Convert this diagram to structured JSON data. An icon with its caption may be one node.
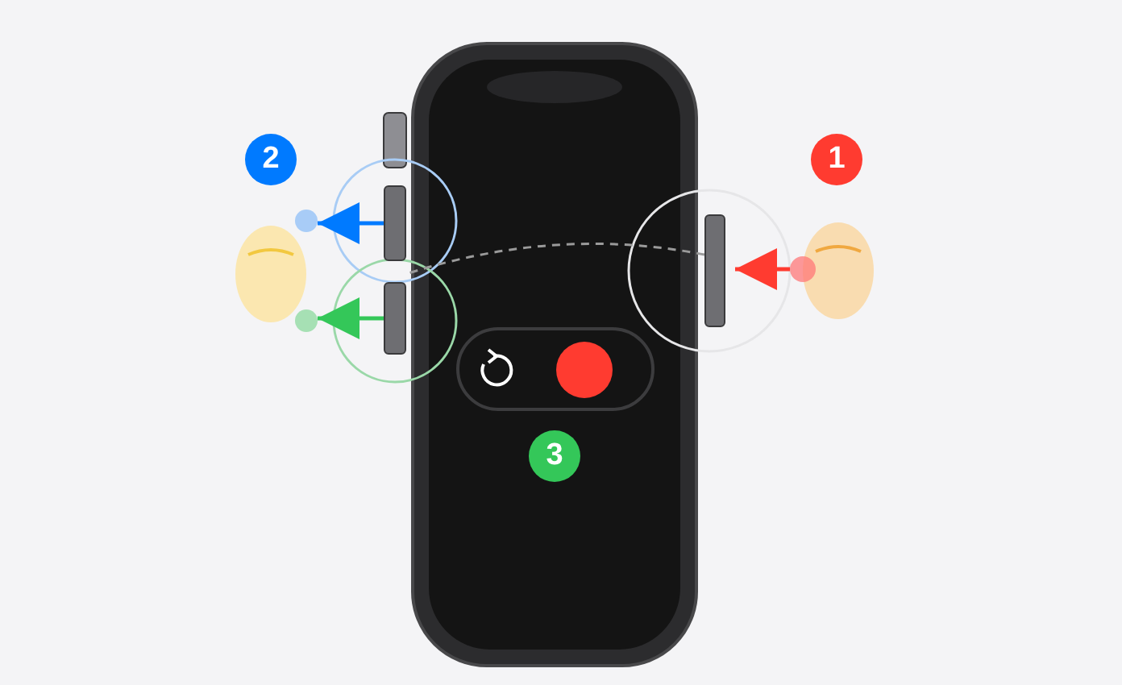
{
  "diagram": {
    "nodes": [
      {
        "text": [],
        "shape": "bar"
      },
      {
        "text": [],
        "shape": "circle"
      },
      {
        "text": [],
        "shape": "bar"
      },
      {
        "text": [],
        "shape": "bar"
      },
      {
        "text": [],
        "shape": "circle"
      },
      {
        "text": [],
        "shape": "circle"
      }
    ],
    "edges": [
      {
        "from": 1,
        "to": 0,
        "arrow": "to",
        "color": "#ff3b30"
      },
      {
        "from": 2,
        "to": 4,
        "arrow": "to",
        "color": "#007aff"
      },
      {
        "from": 3,
        "to": 5,
        "arrow": "to",
        "color": "#34c759"
      },
      {
        "from": 0,
        "to": 3,
        "arrow": "none",
        "style": "dashed",
        "color": "#9a9a9a"
      }
    ],
    "labels": [
      "2",
      "1",
      "3"
    ]
  }
}
